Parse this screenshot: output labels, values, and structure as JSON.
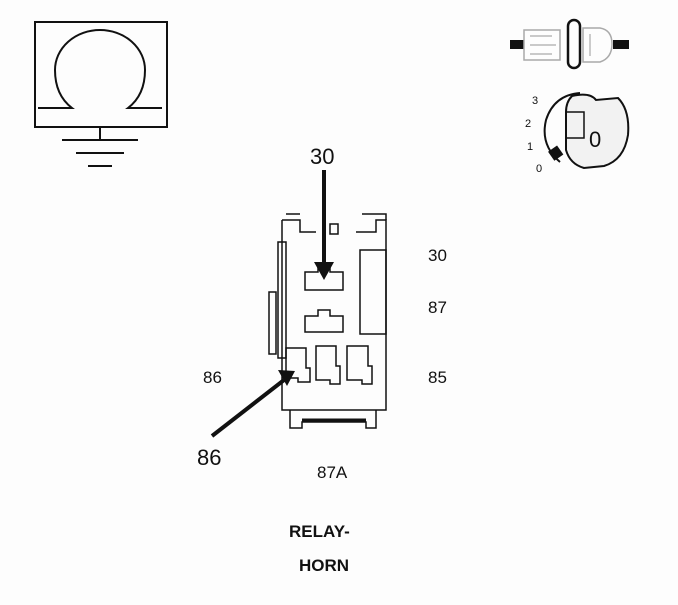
{
  "ohmmeter_icon": {
    "name": "ohmmeter-icon"
  },
  "connector_icon": {
    "name": "connector-disconnect-icon"
  },
  "ignition_switch": {
    "name": "ignition-key-switch-icon",
    "positions": [
      "3",
      "2",
      "1",
      "0"
    ],
    "key_label": "0",
    "marker_position": "0"
  },
  "relay": {
    "pins": {
      "p30": "30",
      "p87": "87",
      "p86": "86",
      "p85": "85",
      "p87a": "87A"
    },
    "probe_labels": {
      "top": "30",
      "bottom": "86"
    }
  },
  "caption": {
    "line1": "RELAY-",
    "line2": "HORN"
  },
  "colors": {
    "line": "#111111",
    "light_line": "#aaaaaa",
    "key_fill": "#f2f2f2",
    "background": "#fdfdfd"
  }
}
